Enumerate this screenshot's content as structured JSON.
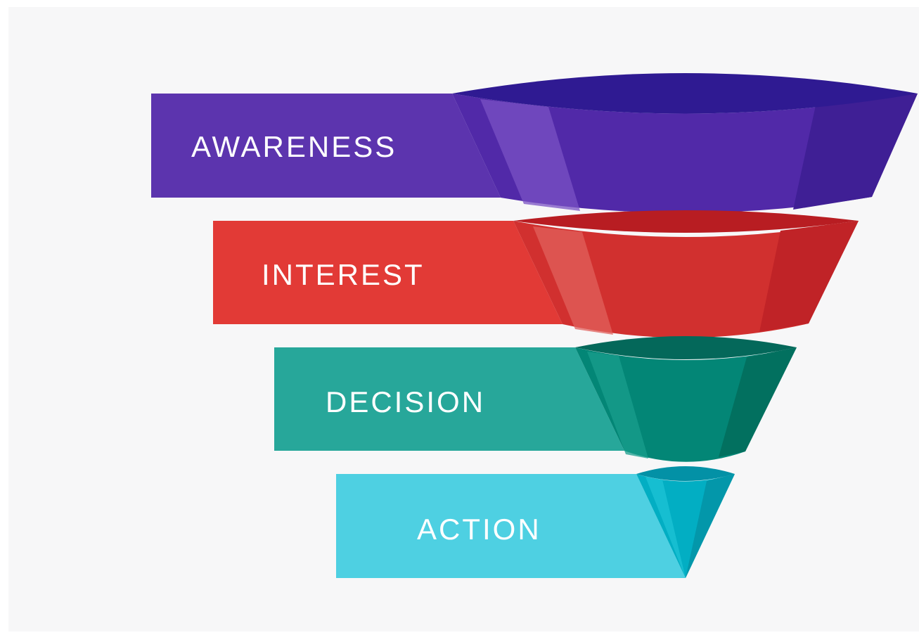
{
  "stages": [
    {
      "label": "AWARENESS",
      "band_color": "#5c34ae",
      "rim_color": "#2f1a92",
      "body_color": "#5129a8",
      "side_color": "#3f1f95",
      "shine_color": "#7a52c4"
    },
    {
      "label": "INTEREST",
      "band_color": "#e23a36",
      "rim_color": "#b81d22",
      "body_color": "#d1302f",
      "side_color": "#c02327",
      "shine_color": "#e0605c"
    },
    {
      "label": "DECISION",
      "band_color": "#27a79a",
      "rim_color": "#04685a",
      "body_color": "#038676",
      "side_color": "#02705f",
      "shine_color": "#1a9e8e"
    },
    {
      "label": "ACTION",
      "band_color": "#4ed0e2",
      "rim_color": "#0391a6",
      "body_color": "#02aec3",
      "side_color": "#0397aa",
      "shine_color": "#1ec3d6"
    }
  ]
}
